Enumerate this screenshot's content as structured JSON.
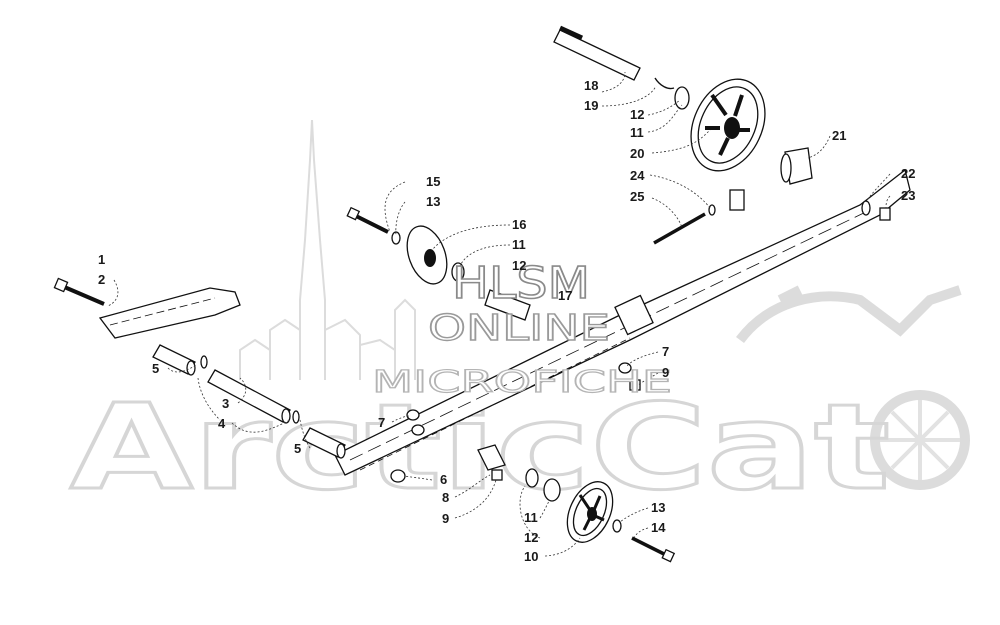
{
  "watermarks": {
    "brand": "ArcticCat",
    "hlsm": "HLSM",
    "online": "ONLINE",
    "microfiche": "MICROFICHE"
  },
  "callouts": [
    {
      "id": "c1",
      "label": "1"
    },
    {
      "id": "c2",
      "label": "2"
    },
    {
      "id": "c5a",
      "label": "5"
    },
    {
      "id": "c3",
      "label": "3"
    },
    {
      "id": "c4",
      "label": "4"
    },
    {
      "id": "c5b",
      "label": "5"
    },
    {
      "id": "c15",
      "label": "15"
    },
    {
      "id": "c13a",
      "label": "13"
    },
    {
      "id": "c16",
      "label": "16"
    },
    {
      "id": "c11a",
      "label": "11"
    },
    {
      "id": "c12a",
      "label": "12"
    },
    {
      "id": "c17",
      "label": "17"
    },
    {
      "id": "c18",
      "label": "18"
    },
    {
      "id": "c19",
      "label": "19"
    },
    {
      "id": "c12b",
      "label": "12"
    },
    {
      "id": "c11b",
      "label": "11"
    },
    {
      "id": "c20",
      "label": "20"
    },
    {
      "id": "c21",
      "label": "21"
    },
    {
      "id": "c24",
      "label": "24"
    },
    {
      "id": "c25",
      "label": "25"
    },
    {
      "id": "c22",
      "label": "22"
    },
    {
      "id": "c23",
      "label": "23"
    },
    {
      "id": "c7a",
      "label": "7"
    },
    {
      "id": "c9a",
      "label": "9"
    },
    {
      "id": "c7b",
      "label": "7"
    },
    {
      "id": "c6",
      "label": "6"
    },
    {
      "id": "c8",
      "label": "8"
    },
    {
      "id": "c9b",
      "label": "9"
    },
    {
      "id": "c11c",
      "label": "11"
    },
    {
      "id": "c12c",
      "label": "12"
    },
    {
      "id": "c10",
      "label": "10"
    },
    {
      "id": "c13b",
      "label": "13"
    },
    {
      "id": "c14",
      "label": "14"
    }
  ]
}
